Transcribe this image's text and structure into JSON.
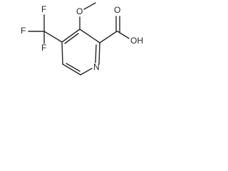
{
  "molecule": {
    "atoms": {
      "f1": "F",
      "f2": "F",
      "f3": "F",
      "o_methoxy": "O",
      "n_ring": "N",
      "o_carbonyl": "O",
      "hydroxyl": "OH"
    }
  }
}
